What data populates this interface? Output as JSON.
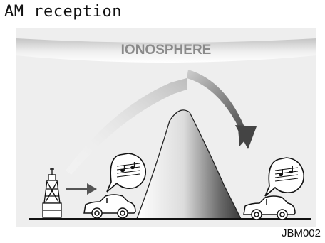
{
  "title": "AM reception",
  "diagram": {
    "layer_label": "IONOSPHERE",
    "figure_code": "JBM002",
    "elements": [
      "ionosphere-band",
      "transmitter-tower-icon",
      "mountain",
      "reflected-wave-arrow",
      "car-icon",
      "music-note-bubble-icon"
    ]
  },
  "colors": {
    "panel_bg": "#eeeeee",
    "wave_light": "#e6e6e6",
    "wave_dark": "#555555",
    "mountain_dark": "#3a3a3a"
  }
}
